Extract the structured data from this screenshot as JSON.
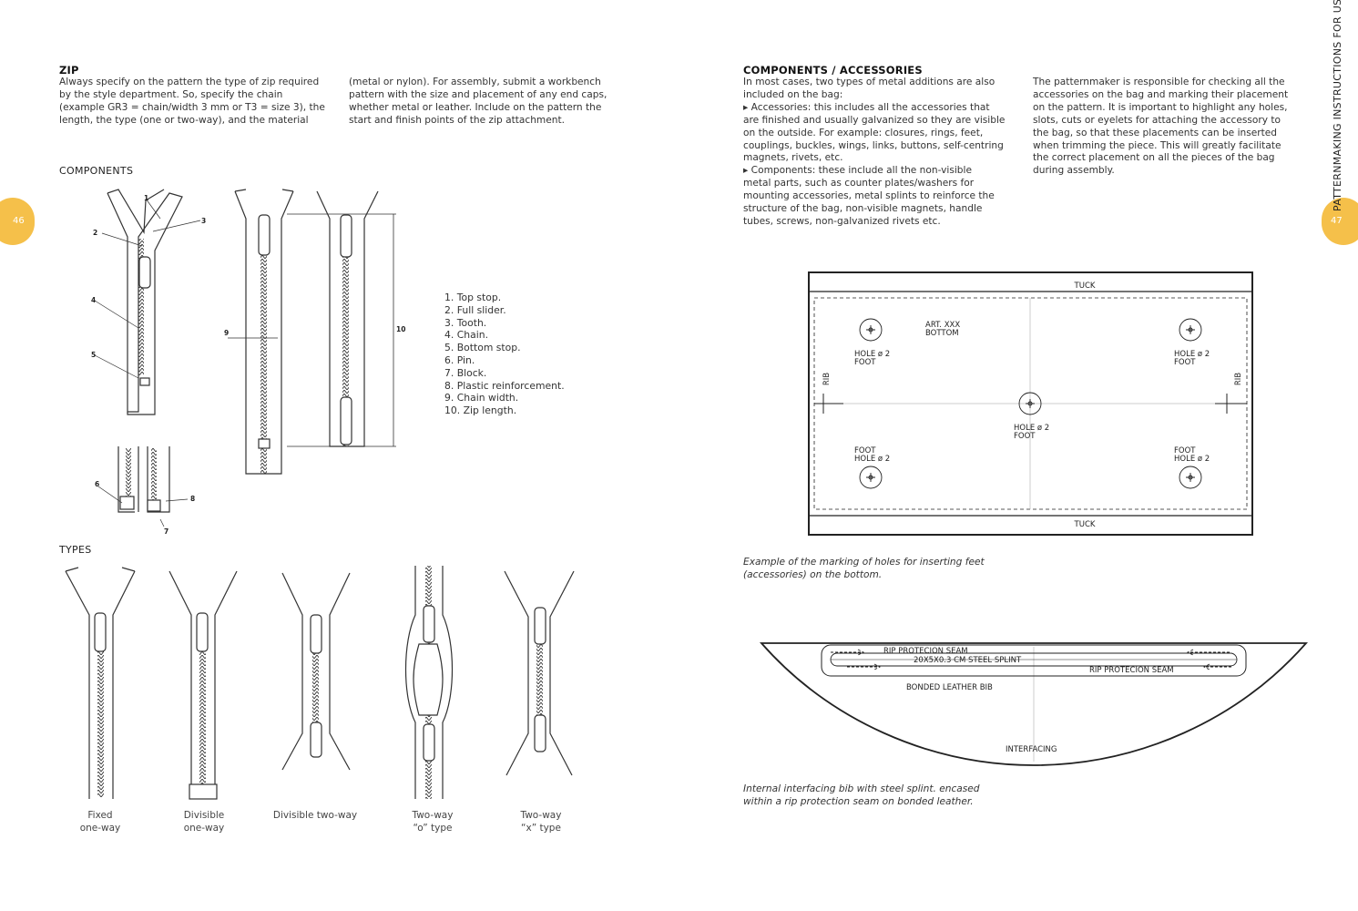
{
  "left_page": {
    "page_number": "46",
    "zip_heading": "ZIP",
    "zip_col1": [
      "Always specify on the pattern the type of zip required",
      "by the style department. So, specify the chain",
      "(example GR3 = chain/width 3 mm or T3 = size 3), the",
      "length, the type (one or two-way), and the material"
    ],
    "zip_col2": [
      "(metal or nylon). For assembly, submit a workbench",
      "pattern with the size and placement of any end caps,",
      "whether metal or leather. Include on the pattern the",
      "start and finish points of the zip attachment."
    ],
    "components_heading": "COMPONENTS",
    "legend": [
      "1. Top stop.",
      "2. Full slider.",
      "3. Tooth.",
      "4. Chain.",
      "5. Bottom stop.",
      "6. Pin.",
      "7. Block.",
      "8. Plastic reinforcement.",
      "9. Chain width.",
      "10. Zip length."
    ],
    "callouts": [
      "1",
      "2",
      "3",
      "4",
      "5",
      "6",
      "7",
      "8",
      "9",
      "10"
    ],
    "types_heading": "TYPES",
    "types": [
      {
        "line1": "Fixed",
        "line2": "one-way"
      },
      {
        "line1": "Divisible",
        "line2": "one-way"
      },
      {
        "line1": "Divisible two-way",
        "line2": ""
      },
      {
        "line1": "Two-way",
        "line2": "“o” type"
      },
      {
        "line1": "Two-way",
        "line2": "“x” type"
      }
    ]
  },
  "right_page": {
    "page_number": "47",
    "running_title": "PATTERNMAKING INSTRUCTIONS FOR USE",
    "heading": "COMPONENTS / ACCESSORIES",
    "col1": [
      "In most cases, two types of metal additions are also",
      "included on the bag:",
      "▸ Accessories: this includes all the accessories that",
      "are finished and usually galvanized so they are visible",
      "on the outside. For example: closures, rings, feet,",
      "couplings, buckles, wings, links, buttons, self-centring",
      "magnets, rivets, etc.",
      "▸ Components: these include all the non-visible",
      "metal parts, such as counter plates/washers for",
      "mounting accessories, metal splints to reinforce the",
      "structure of the bag, non-visible magnets, handle",
      "tubes, screws, non-galvanized rivets etc."
    ],
    "col2": [
      "The patternmaker is responsible for checking all the",
      "accessories on the bag and marking their placement",
      "on the pattern. It is important to highlight any holes,",
      "slots, cuts or eyelets for attaching the accessory to",
      "the bag, so that these placements can be inserted",
      "when trimming the piece. This will greatly facilitate",
      "the correct placement on all the pieces of the bag",
      "during assembly."
    ],
    "bottom_diagram": {
      "tuck_top": "TUCK",
      "tuck_bottom": "TUCK",
      "art_line1": "ART. XXX",
      "art_line2": "BOTTOM",
      "rib": "RIB",
      "hole": "HOLE ø 2",
      "foot": "FOOT"
    },
    "caption1": [
      "Example of the marking of holes for inserting feet",
      "(accessories) on the bottom."
    ],
    "bib_diagram": {
      "seam": "RIP PROTECION SEAM",
      "splint": "20X5X0.3 CM STEEL SPLINT",
      "leather": "BONDED LEATHER BIB",
      "interfacing": "INTERFACING"
    },
    "caption2": [
      "Internal interfacing bib with steel splint. encased",
      "within a rip protection seam on bonded leather."
    ]
  },
  "colors": {
    "page_tab": "#f5c04a",
    "ink": "#2a2a2a"
  }
}
